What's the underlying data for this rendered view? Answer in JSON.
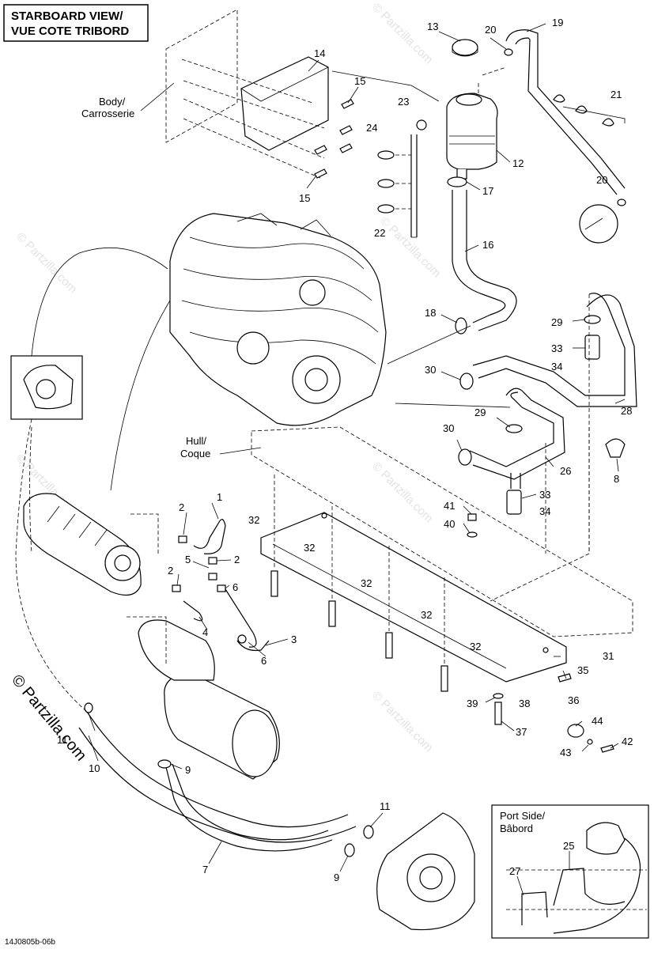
{
  "header": {
    "view_line1": "STARBOARD VIEW/",
    "view_line2": "VUE COTE TRIBORD"
  },
  "labels": {
    "body_en": "Body/",
    "body_fr": "Carrosserie",
    "hull_en": "Hull/",
    "hull_fr": "Coque",
    "port_en": "Port Side/",
    "port_fr": "Bâbord"
  },
  "callouts": {
    "c1": "1",
    "c2a": "2",
    "c2b": "2",
    "c2c": "2",
    "c3": "3",
    "c4": "4",
    "c5": "5",
    "c6a": "6",
    "c6b": "6",
    "c7": "7",
    "c8": "8",
    "c9a": "9",
    "c9b": "9",
    "c10": "10",
    "c11a": "11",
    "c11b": "11",
    "c12": "12",
    "c13": "13",
    "c14": "14",
    "c15a": "15",
    "c15b": "15",
    "c16": "16",
    "c17": "17",
    "c18": "18",
    "c19": "19",
    "c20a": "20",
    "c20b": "20",
    "c21": "21",
    "c22": "22",
    "c23": "23",
    "c24": "24",
    "c25": "25",
    "c26": "26",
    "c27": "27",
    "c28": "28",
    "c29a": "29",
    "c29b": "29",
    "c30a": "30",
    "c30b": "30",
    "c31": "31",
    "c32a": "32",
    "c32b": "32",
    "c32c": "32",
    "c32d": "32",
    "c32e": "32",
    "c33a": "33",
    "c33b": "33",
    "c34a": "34",
    "c34b": "34",
    "c35": "35",
    "c36": "36",
    "c37": "37",
    "c38": "38",
    "c39": "39",
    "c40": "40",
    "c41": "41",
    "c42": "42",
    "c43": "43",
    "c44": "44"
  },
  "footer": {
    "code": "14J0805b-06b"
  },
  "watermark": {
    "text": "© Partzilla.com"
  }
}
